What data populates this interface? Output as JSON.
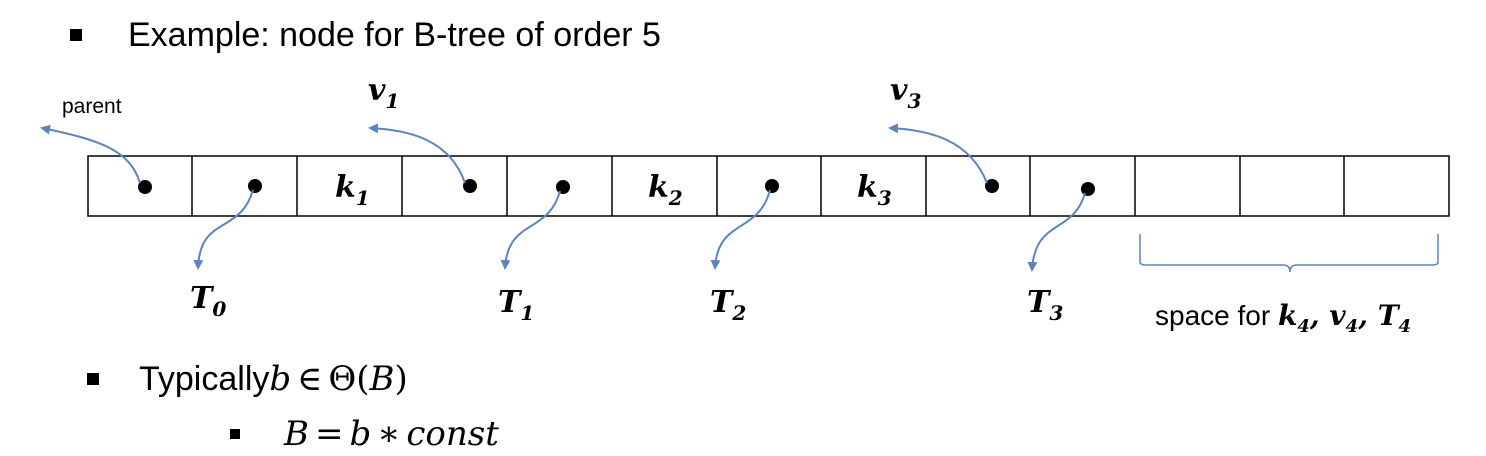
{
  "heading": "Example: node for B-tree of order 5",
  "diagram": {
    "parent_label": "parent",
    "key_labels": [
      {
        "base": "k",
        "sub": "1"
      },
      {
        "base": "k",
        "sub": "2"
      },
      {
        "base": "k",
        "sub": "3"
      }
    ],
    "value_labels": [
      {
        "base": "v",
        "sub": "1"
      },
      {
        "base": "v",
        "sub": "3"
      }
    ],
    "subtree_labels": [
      {
        "base": "T",
        "sub": "0"
      },
      {
        "base": "T",
        "sub": "1"
      },
      {
        "base": "T",
        "sub": "2"
      },
      {
        "base": "T",
        "sub": "3"
      }
    ],
    "space_text": "space for ",
    "space_items": [
      {
        "base": "k",
        "sub": "4",
        "sep": ", "
      },
      {
        "base": "v",
        "sub": "4",
        "sep": ", "
      },
      {
        "base": "T",
        "sub": "4",
        "sep": ""
      }
    ],
    "arrow_color": "#5b84c0"
  },
  "bullets": {
    "typically_text": "Typically ",
    "typically_math": {
      "b": "b",
      "in": "∈",
      "theta": "Θ",
      "lp": "(",
      "B": "B",
      "rp": ")"
    },
    "formula": {
      "B": "B",
      "eq": "=",
      "b": "b",
      "star": "∗",
      "const": "const"
    }
  }
}
